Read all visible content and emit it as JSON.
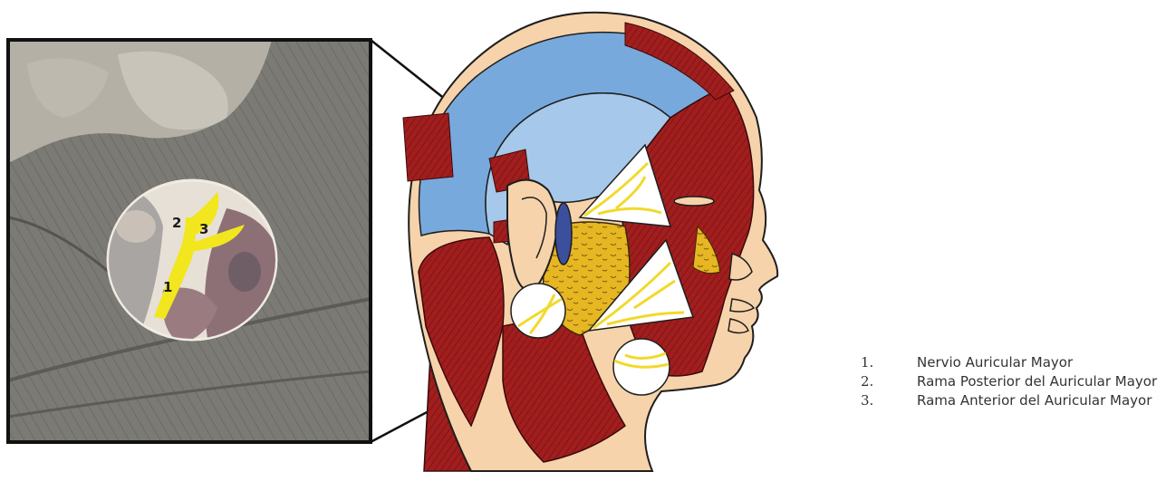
{
  "photo": {
    "labels": [
      "1",
      "2",
      "3"
    ]
  },
  "legend": {
    "items": [
      {
        "number": "1.",
        "text": "Nervio Auricular Mayor"
      },
      {
        "number": "2.",
        "text": "Rama Posterior del Auricular Mayor"
      },
      {
        "number": "3.",
        "text": "Rama Anterior del Auricular Mayor"
      }
    ]
  },
  "colors": {
    "muscle": "#9c1c1c",
    "nerve": "#f4e01e",
    "gland": "#e5b521",
    "scalp": "#78a9dc",
    "skin": "#f7d4ad",
    "frame": "#111111"
  }
}
